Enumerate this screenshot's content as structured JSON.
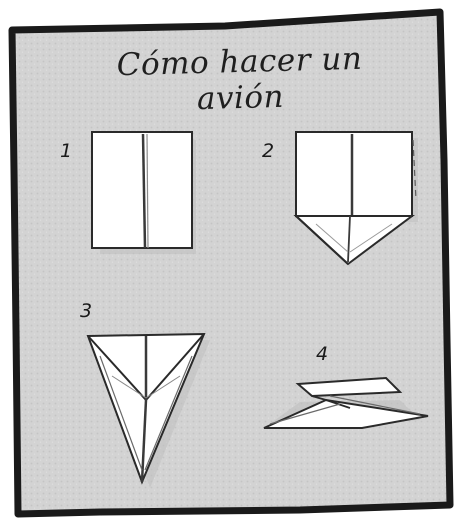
{
  "title": "Cómo hacer un avión",
  "steps": [
    {
      "number": "1"
    },
    {
      "number": "2"
    },
    {
      "number": "3"
    },
    {
      "number": "4"
    }
  ]
}
